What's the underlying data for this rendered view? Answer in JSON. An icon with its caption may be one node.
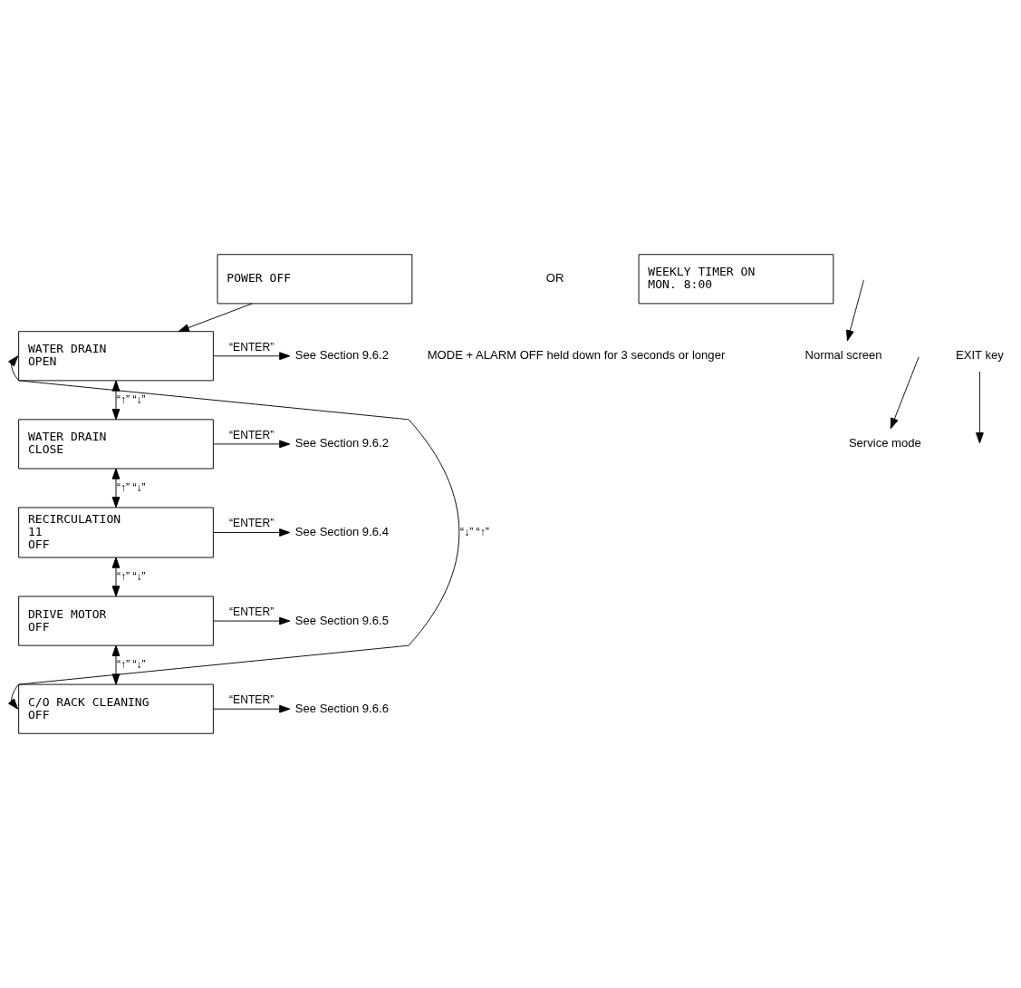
{
  "diagram": {
    "nodes": [
      {
        "text": [
          "POWER OFF"
        ]
      },
      {
        "text": [
          "WEEKLY TIMER ON",
          "MON. 8:00"
        ]
      },
      {
        "text": [
          "WATER DRAIN",
          "OPEN"
        ]
      },
      {
        "text": [
          "WATER DRAIN",
          "CLOSE"
        ]
      },
      {
        "text": [
          "RECIRCULATION",
          "11",
          "OFF"
        ]
      },
      {
        "text": [
          "DRIVE MOTOR",
          "OFF"
        ]
      },
      {
        "text": [
          "C/O RACK CLEANING",
          "OFF"
        ]
      },
      {
        "text": [
          "See Section 9.6.2"
        ]
      },
      {
        "text": [
          "See Section 9.6.2"
        ]
      },
      {
        "text": [
          "See Section 9.6.4"
        ]
      },
      {
        "text": [
          "See Section 9.6.5"
        ]
      },
      {
        "text": [
          "See Section 9.6.6"
        ]
      },
      {
        "text": [
          "Normal screen"
        ]
      },
      {
        "text": [
          "Service mode"
        ]
      },
      {
        "text": [
          "EXIT key"
        ]
      }
    ],
    "edges": [
      {
        "from": 0,
        "to": 2,
        "arrow": "to"
      },
      {
        "from": 2,
        "to": 7,
        "arrow": "to",
        "label": "“ENTER”"
      },
      {
        "from": 2,
        "to": 3,
        "arrow": "both",
        "label": "“↑” “↓”"
      },
      {
        "from": 3,
        "to": 8,
        "arrow": "to",
        "label": "“ENTER”"
      },
      {
        "from": 3,
        "to": 4,
        "arrow": "both",
        "label": "“↑” “↓”"
      },
      {
        "from": 4,
        "to": 9,
        "arrow": "to",
        "label": "“ENTER”"
      },
      {
        "from": 4,
        "to": 5,
        "arrow": "both",
        "label": "“↑” “↓”"
      },
      {
        "from": 5,
        "to": 10,
        "arrow": "to",
        "label": "“ENTER”"
      },
      {
        "from": 5,
        "to": 6,
        "arrow": "both",
        "label": "“↑” “↓”"
      },
      {
        "from": 6,
        "to": 11,
        "arrow": "to",
        "label": "“ENTER”"
      },
      {
        "from": 6,
        "to": 2,
        "arrow": "both",
        "label": "“↓” “↑”"
      },
      {
        "from": null,
        "to": 12,
        "arrow": "to"
      },
      {
        "from": null,
        "to": 13,
        "arrow": "to"
      },
      {
        "from": 14,
        "to": null,
        "arrow": "to"
      }
    ],
    "labels": [
      "OR",
      "MODE + ALARM OFF held down for 3 seconds or longer"
    ]
  }
}
